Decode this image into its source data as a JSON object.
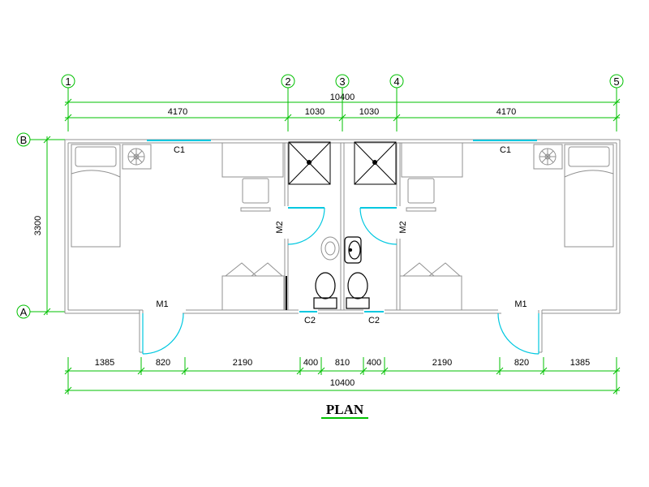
{
  "axes": {
    "columns": [
      "1",
      "2",
      "3",
      "4",
      "5"
    ],
    "rows": [
      "B",
      "A"
    ]
  },
  "dimensions": {
    "top_total": "10400",
    "top": [
      "4170",
      "1030",
      "1030",
      "4170"
    ],
    "left": "3300",
    "bottom": [
      "1385",
      "820",
      "2190",
      "400",
      "810",
      "400",
      "2190",
      "820",
      "1385"
    ],
    "bottom_total": "10400"
  },
  "labels": {
    "window_c1": "C1",
    "window_c2": "C2",
    "door_m1": "M1",
    "door_m2": "M2"
  },
  "title": "PLAN",
  "colors": {
    "dimension": "#00c000",
    "wall": "#808080",
    "furniture": "#808080",
    "opening": "#00c8e0",
    "fixture": "#000000"
  }
}
